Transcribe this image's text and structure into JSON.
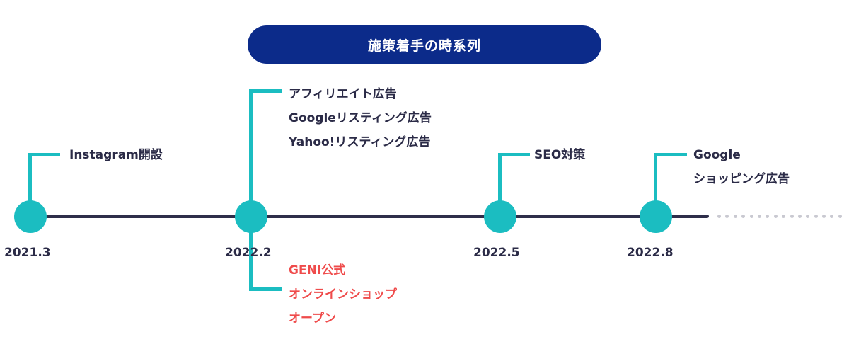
{
  "title": "施策着手の時系列",
  "colors": {
    "title_bg": "#0c2b8a",
    "node": "#1bbdc1",
    "axis": "#2e2e4a",
    "text": "#2b2b47",
    "highlight": "#ef4b4b"
  },
  "timeline": [
    {
      "date": "2021.3",
      "events_above": [
        "Instagram開設"
      ]
    },
    {
      "date": "2022.2",
      "events_above": [
        "アフィリエイト広告",
        "Googleリスティング広告",
        "Yahoo!リスティング広告"
      ],
      "events_below": [
        "GENI公式",
        "オンラインショップ",
        "オープン"
      ]
    },
    {
      "date": "2022.5",
      "events_above": [
        "SEO対策"
      ]
    },
    {
      "date": "2022.8",
      "events_above": [
        "Google",
        "ショッピング広告"
      ]
    }
  ]
}
